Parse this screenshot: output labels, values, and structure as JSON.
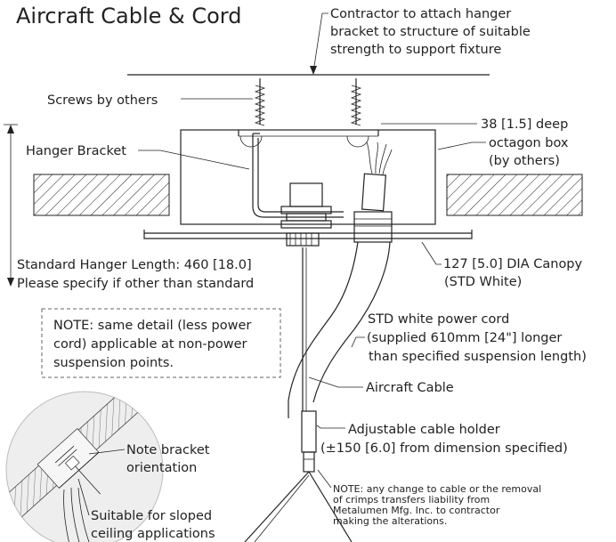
{
  "title": "Aircraft Cable & Cord",
  "labels": {
    "contractor": [
      "Contractor to attach hanger",
      "bracket to structure of suitable",
      "strength to support fixture"
    ],
    "screws": "Screws by others",
    "box": [
      "38 [1.5] deep",
      "octagon box",
      "(by others)"
    ],
    "hanger_bracket": "Hanger Bracket",
    "std_length": [
      "Standard Hanger Length: 460 [18.0]",
      "Please specify if other than standard"
    ],
    "canopy": [
      "127 [5.0] DIA Canopy",
      "(STD White)"
    ],
    "note_box": [
      "NOTE: same detail (less power",
      "cord) applicable at non-power",
      "suspension points."
    ],
    "power_cord": [
      "STD white power cord",
      "(supplied 610mm [24\"] longer",
      "than specified suspension length)"
    ],
    "aircraft_cable": "Aircraft Cable",
    "cable_holder": [
      "Adjustable cable holder",
      "(±150 [6.0] from dimension specified)"
    ],
    "bracket_orientation": [
      "Note bracket",
      "orientation"
    ],
    "sloped": [
      "Suitable for sloped",
      "ceiling applications"
    ],
    "liability_note": [
      "NOTE: any change to cable or the removal",
      "of crimps transfers liability from",
      "Metalumen Mfg. Inc. to contractor",
      "making the alterations."
    ]
  }
}
